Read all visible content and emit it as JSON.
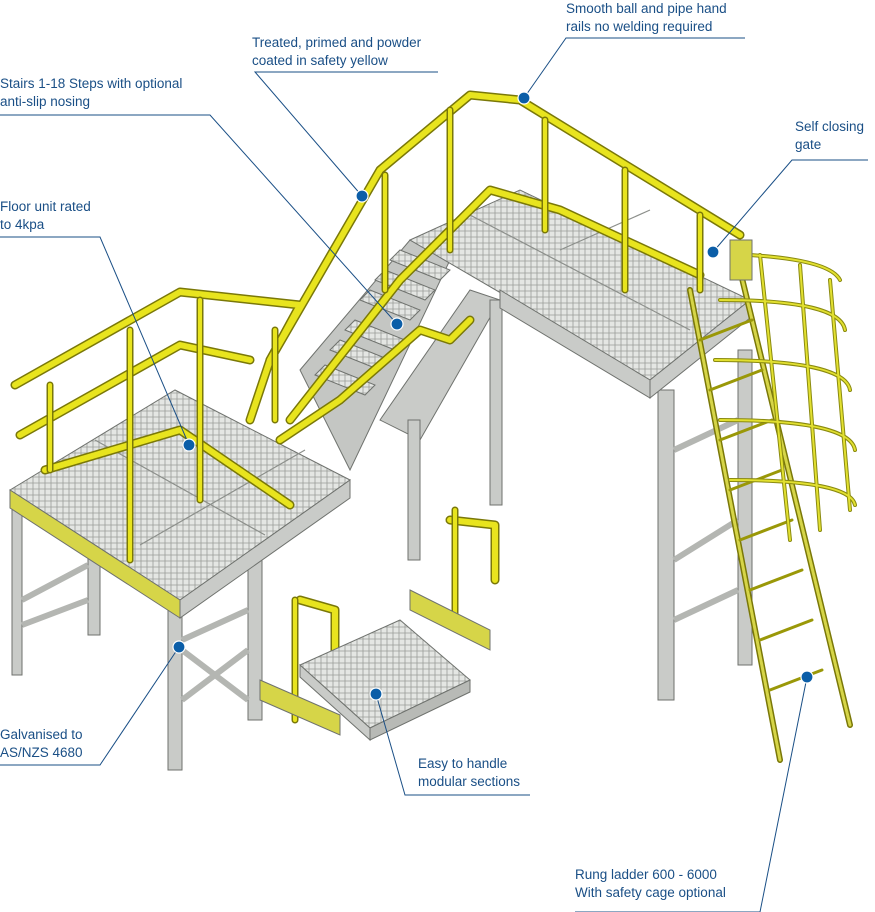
{
  "colors": {
    "label_text": "#1a4f86",
    "leader_line": "#1a4f86",
    "callout_dot": "#0b5ea8",
    "handrail_yellow": "#e8e41e",
    "handrail_outline": "#7a7808",
    "steel_grey": "#c9cbc8",
    "steel_dark": "#7d807c",
    "grating": "#dcdedb"
  },
  "callouts": {
    "smooth_rails": {
      "line1": "Smooth ball and pipe hand",
      "line2": "rails no welding required"
    },
    "powder_coat": {
      "line1": "Treated, primed and powder",
      "line2": "coated in safety yellow"
    },
    "stairs": {
      "line1": "Stairs 1-18 Steps with optional",
      "line2": "anti-slip nosing"
    },
    "self_closing_gate": {
      "line1": "Self closing",
      "line2": "gate"
    },
    "floor_unit": {
      "line1": "Floor unit rated",
      "line2": "to 4kpa"
    },
    "galvanised": {
      "line1": "Galvanised to",
      "line2": "AS/NZS 4680"
    },
    "modular": {
      "line1": "Easy to handle",
      "line2": "modular sections"
    },
    "rung_ladder": {
      "line1": "Rung ladder 600 - 6000",
      "line2": "With safety cage optional"
    }
  }
}
